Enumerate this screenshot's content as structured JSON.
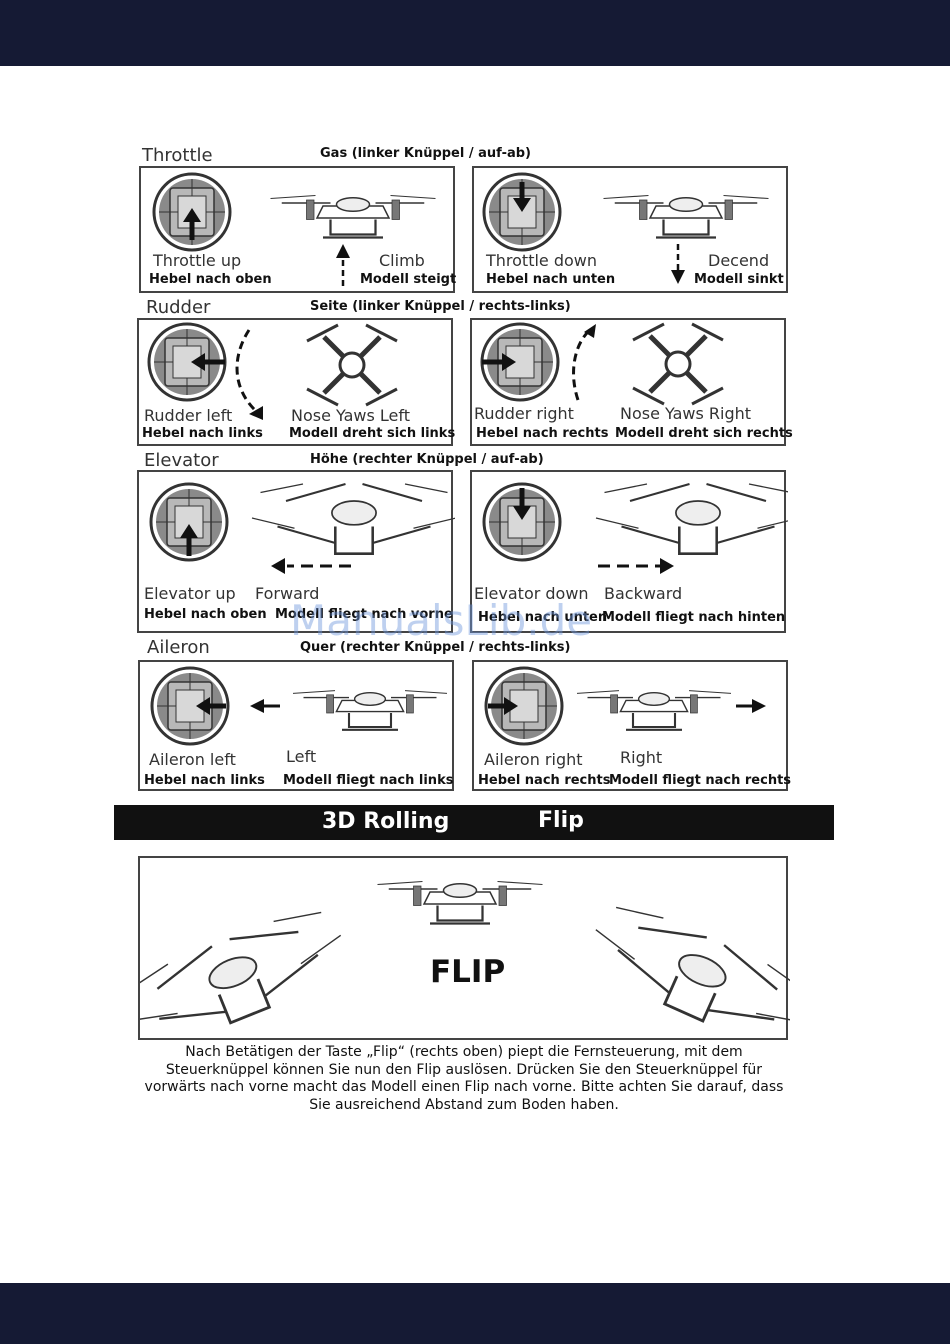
{
  "sections": {
    "throttle": {
      "title": "Throttle",
      "subtitle": "Gas (linker Knüppel / auf-ab)",
      "left": {
        "en": "Throttle up",
        "de": "Hebel nach oben",
        "action_en": "Climb",
        "action_de": "Modell steigt"
      },
      "right": {
        "en": "Throttle down",
        "de": "Hebel nach unten",
        "action_en": "Decend",
        "action_de": "Modell sinkt"
      }
    },
    "rudder": {
      "title": "Rudder",
      "subtitle": "Seite (linker Knüppel / rechts-links)",
      "left": {
        "en": "Rudder left",
        "de": "Hebel nach links",
        "action_en": "Nose Yaws Left",
        "action_de": "Modell dreht sich links"
      },
      "right": {
        "en": "Rudder right",
        "de": "Hebel nach rechts",
        "action_en": "Nose Yaws Right",
        "action_de": "Modell dreht sich rechts"
      }
    },
    "elevator": {
      "title": "Elevator",
      "subtitle": "Höhe (rechter Knüppel / auf-ab)",
      "left": {
        "en": "Elevator up",
        "de": "Hebel nach oben",
        "action_en": "Forward",
        "action_de": "Modell fliegt nach vorne"
      },
      "right": {
        "en": "Elevator down",
        "de": "Hebel nach unten",
        "action_en": "Backward",
        "action_de": "Modell fliegt nach hinten"
      }
    },
    "aileron": {
      "title": "Aileron",
      "subtitle": "Quer (rechter Knüppel / rechts-links)",
      "left": {
        "en": "Aileron left",
        "de": "Hebel nach links",
        "action_en": "Left",
        "action_de": "Modell fliegt nach links"
      },
      "right": {
        "en": "Aileron right",
        "de": "Hebel nach rechts",
        "action_en": "Right",
        "action_de": "Modell fliegt nach rechts"
      }
    }
  },
  "flip": {
    "bar_left": "3D Rolling",
    "bar_right": "Flip",
    "word": "FLIP",
    "paragraph": "Nach Betätigen der Taste „Flip“ (rechts oben) piept die Fernsteuerung, mit dem Steuerknüppel können Sie nun den Flip auslösen. Drücken Sie den Steuerknüppel für vorwärts nach vorne macht das Modell einen Flip nach vorne. Bitte achten Sie darauf, dass Sie ausreichend Abstand zum Boden haben."
  },
  "watermark": "ManualsLib.de",
  "icons": [
    "joystick-icon",
    "drone-icon",
    "arrow-icon"
  ]
}
